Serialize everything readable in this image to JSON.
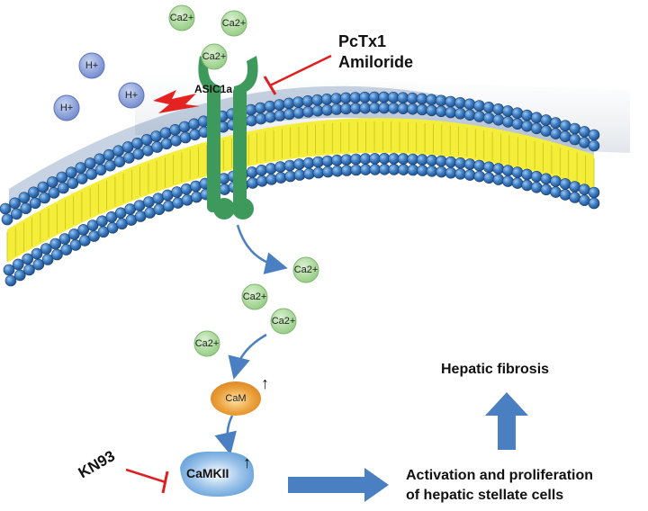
{
  "labels": {
    "inhibitor_1": "PcTx1",
    "inhibitor_2": "Amiloride",
    "channel": "ASIC1a",
    "kn93": "KN93",
    "cam": "CaM",
    "camkii": "CaMKII",
    "outcome_line1": "Activation and proliferation",
    "outcome_line2": "of hepatic stellate cells",
    "fibrosis": "Hepatic fibrosis",
    "cam_arrow": "↑",
    "camkii_arrow": "↑"
  },
  "ions": {
    "h_plus": [
      "H+",
      "H+",
      "H+"
    ],
    "ca_top": [
      "Ca2+",
      "Ca2+",
      "Ca2+"
    ],
    "ca_bottom": [
      "Ca2+",
      "Ca2+",
      "Ca2+",
      "Ca2+"
    ]
  },
  "colors": {
    "membrane_head": "#3f7fc4",
    "membrane_tail": "#f4ee3a",
    "channel": "#3e9a5c",
    "calcium": "#a8d89a",
    "proton": "#8ea4dc",
    "arrow": "#4a7fc1",
    "inhibit": "#e02020",
    "cam": "#e89a2a",
    "camkii": "#5b9bd5"
  }
}
